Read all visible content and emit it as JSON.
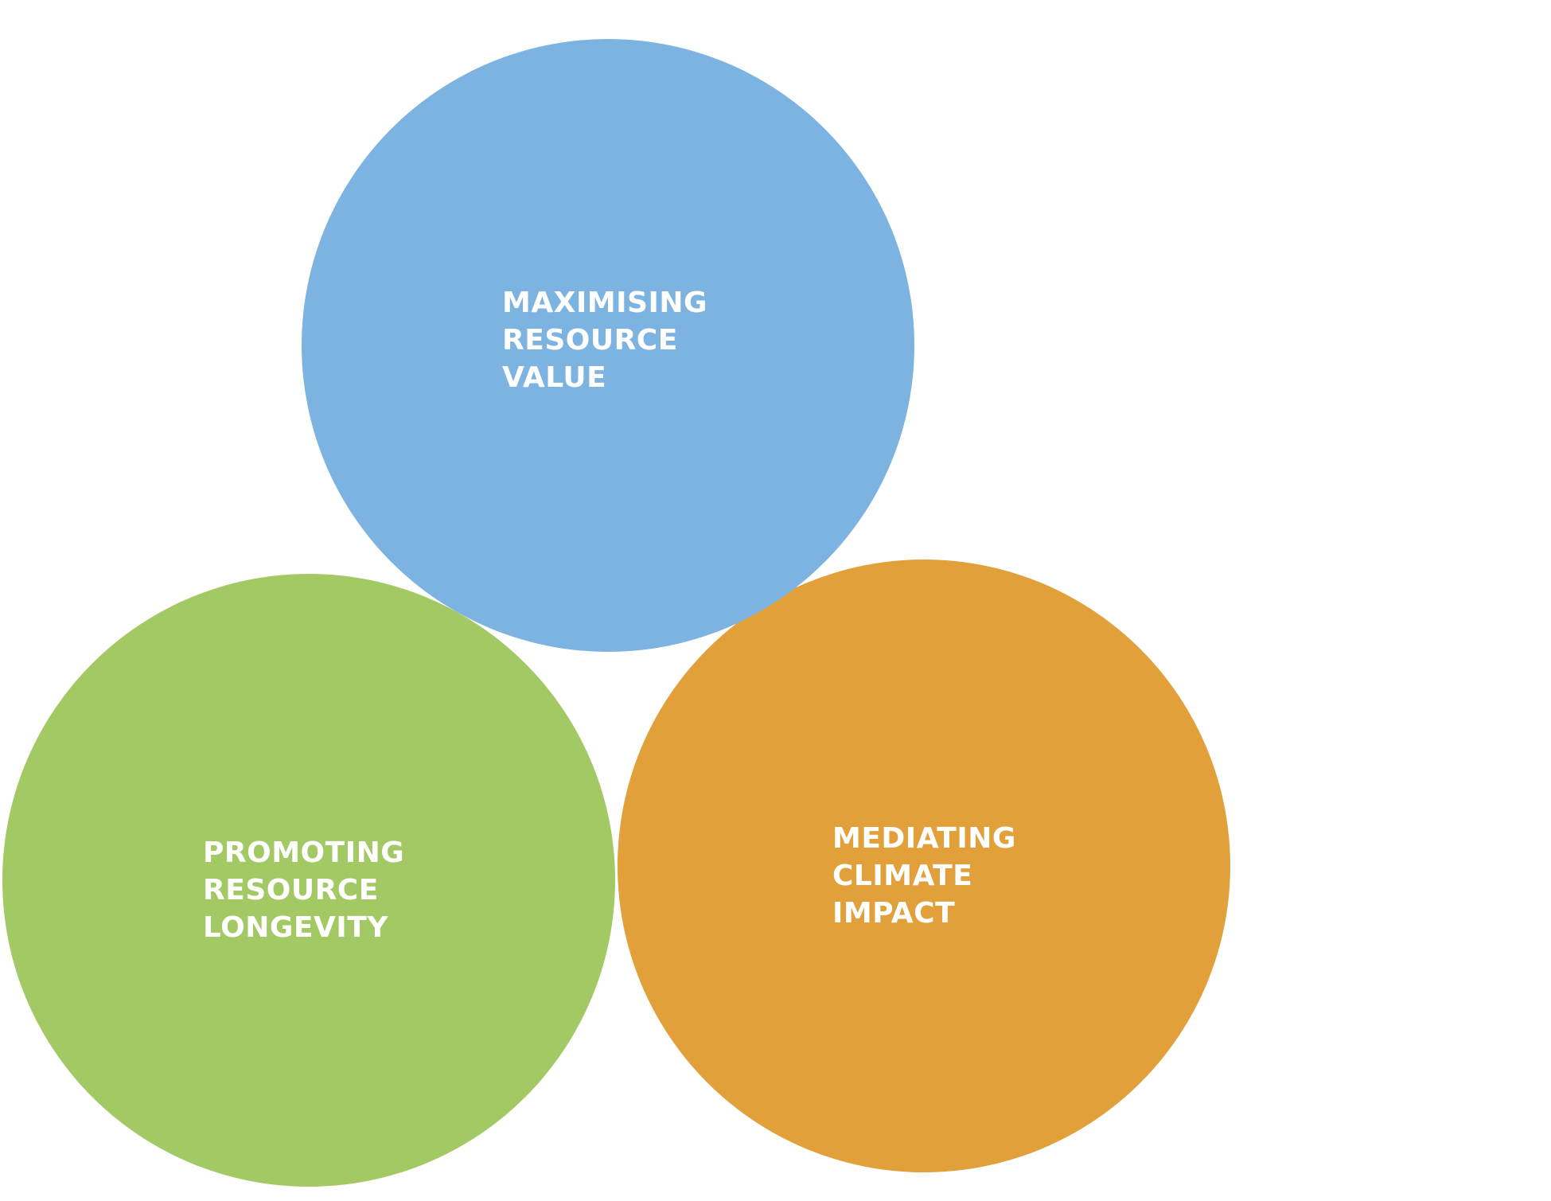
{
  "circles": {
    "maximising": {
      "color": "#7cb3e1",
      "lines": [
        "MAXIMISING",
        "RESOURCE",
        "VALUE"
      ]
    },
    "promoting": {
      "color": "#a2c963",
      "lines": [
        "PROMOTING",
        "RESOURCE",
        "LONGEVITY"
      ]
    },
    "mediating": {
      "color": "#e1a03a",
      "lines": [
        "MEDIATING",
        "CLIMATE",
        "IMPACT"
      ]
    }
  }
}
